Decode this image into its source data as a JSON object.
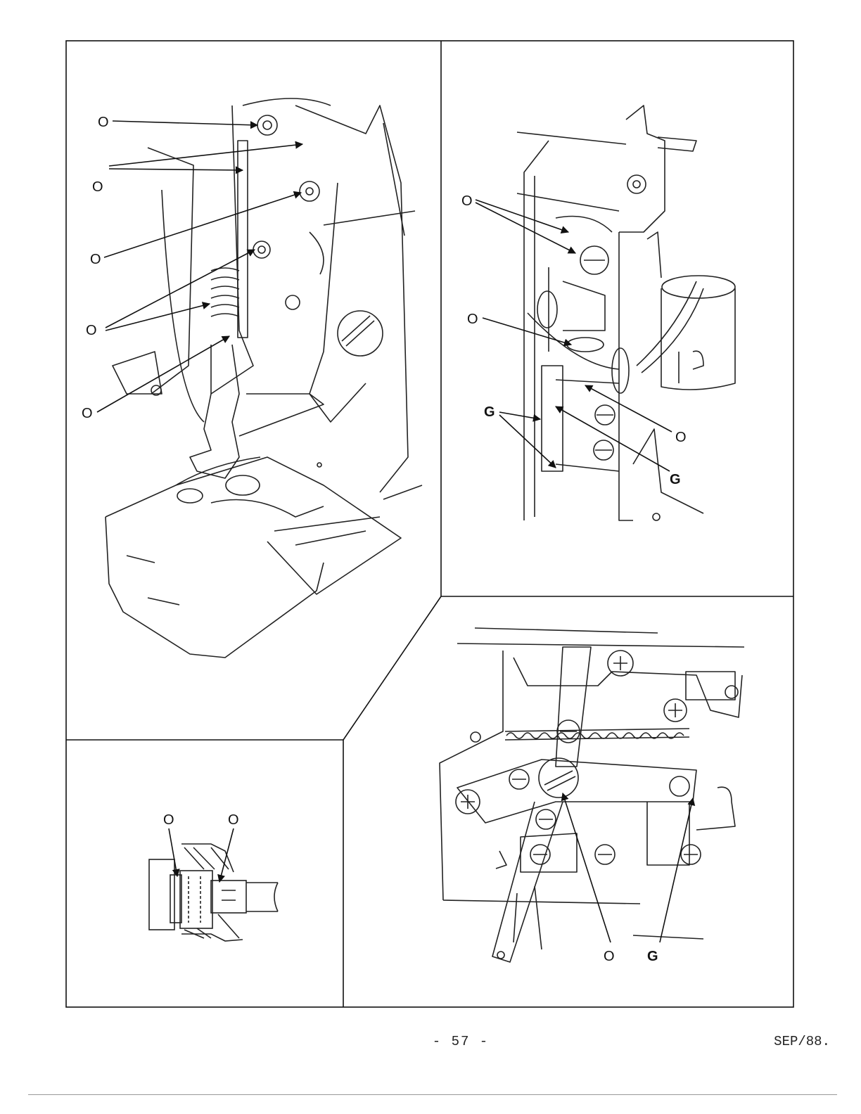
{
  "panels": [
    {
      "id": "needle-bar",
      "labels": [
        "O",
        "O",
        "O",
        "O",
        "O"
      ]
    },
    {
      "id": "thread-guide",
      "labels": [
        "O",
        "O",
        "G",
        "O",
        "G"
      ]
    },
    {
      "id": "shaft-collar",
      "labels": [
        "O",
        "O"
      ]
    },
    {
      "id": "linkage",
      "labels": [
        "O",
        "G"
      ]
    }
  ],
  "footer": {
    "page_number": "- 57 -",
    "date_code": "SEP/88."
  }
}
